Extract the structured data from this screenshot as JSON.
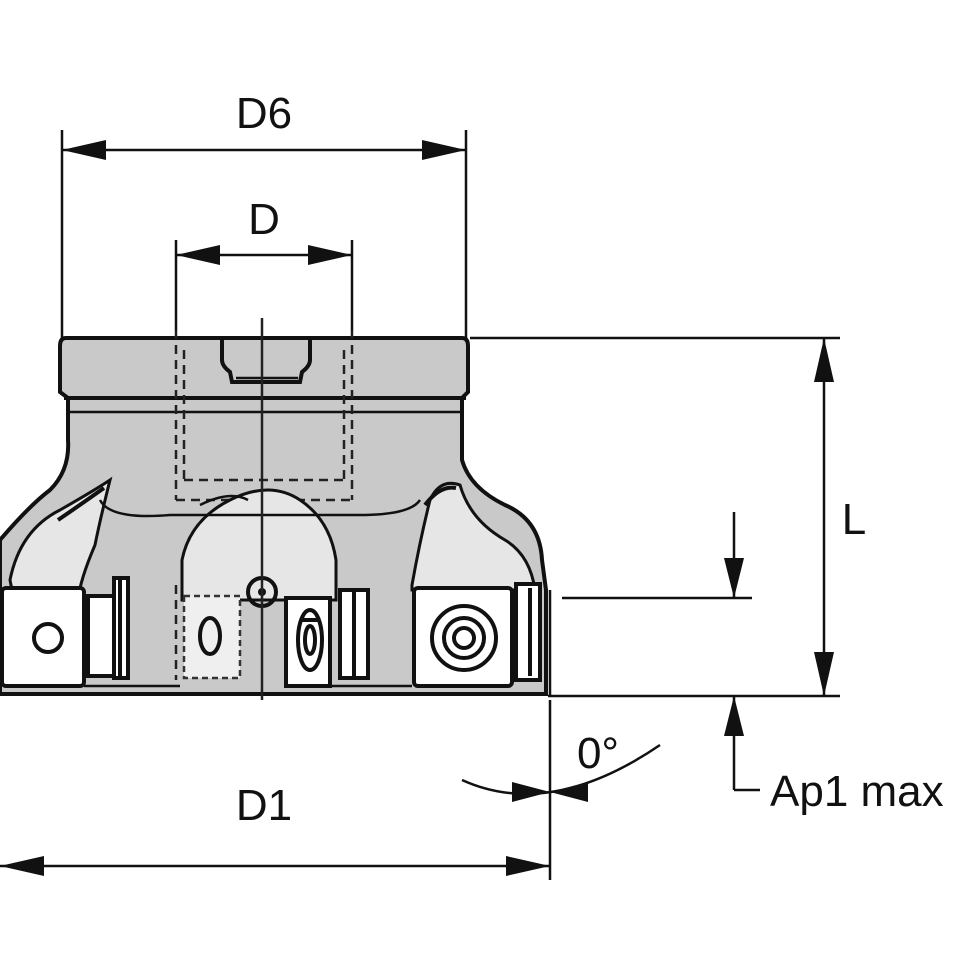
{
  "diagram": {
    "labels": {
      "d6": "D6",
      "d": "D",
      "l": "L",
      "d1": "D1",
      "angle": "0°",
      "ap1": "Ap1 max"
    },
    "colors": {
      "body": "#c9c9c9",
      "line": "#111111",
      "background": "#ffffff"
    }
  }
}
